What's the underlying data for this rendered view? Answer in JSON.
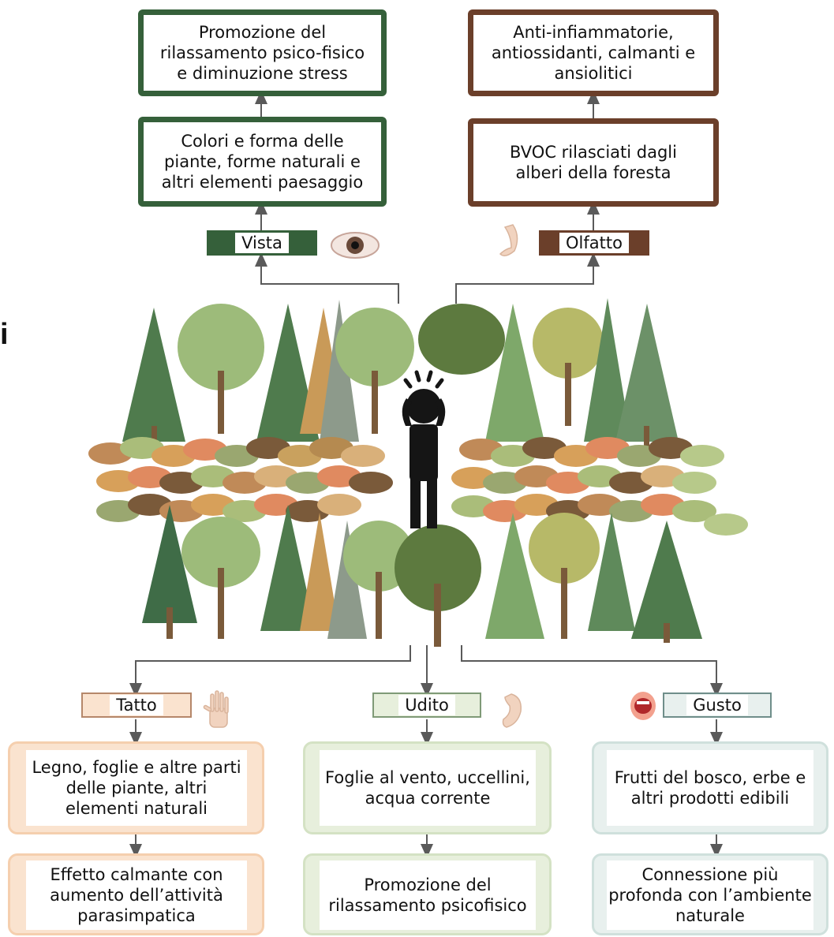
{
  "edge_text": "i",
  "top_left": {
    "top_box": "Promozione del\nrilassamento psico-fisico\ne diminuzione stress",
    "mid_box": "Colori e forma delle\npiante, forme naturali e\naltri elementi paesaggio",
    "label": "Vista",
    "icon": "eye-icon"
  },
  "top_right": {
    "top_box": "Anti-infiammatorie,\nantiossidanti, calmanti e\nansiolitici",
    "mid_box": "BVOC rilasciati dagli\nalberi della foresta",
    "label": "Olfatto",
    "icon": "nose-icon"
  },
  "center": {
    "person_icon": "stressed-person-icon",
    "forest": "forest-illustration"
  },
  "bottom_left": {
    "label": "Tatto",
    "icon": "hand-icon",
    "box1": "Legno, foglie e altre parti\ndelle piante, altri\nelementi naturali",
    "box2": "Effetto calmante con\naumento dell’attività\nparasimpatica"
  },
  "bottom_middle": {
    "label": "Udito",
    "icon": "ear-icon",
    "box1": "Foglie al vento, uccellini,\nacqua corrente",
    "box2": "Promozione del\nrilassamento psicofisico"
  },
  "bottom_right": {
    "label": "Gusto",
    "icon": "mouth-icon",
    "box1": "Frutti del bosco, erbe e\naltri prodotti edibili",
    "box2": "Connessione più\nprofonda con l’ambiente\nnaturale"
  },
  "colors": {
    "green": "#35603a",
    "brown": "#6b3f2a",
    "tatto": "#fae3cf",
    "udito": "#e7efdc",
    "gusto": "#e8f0ee",
    "connector": "#5a5a5a"
  }
}
